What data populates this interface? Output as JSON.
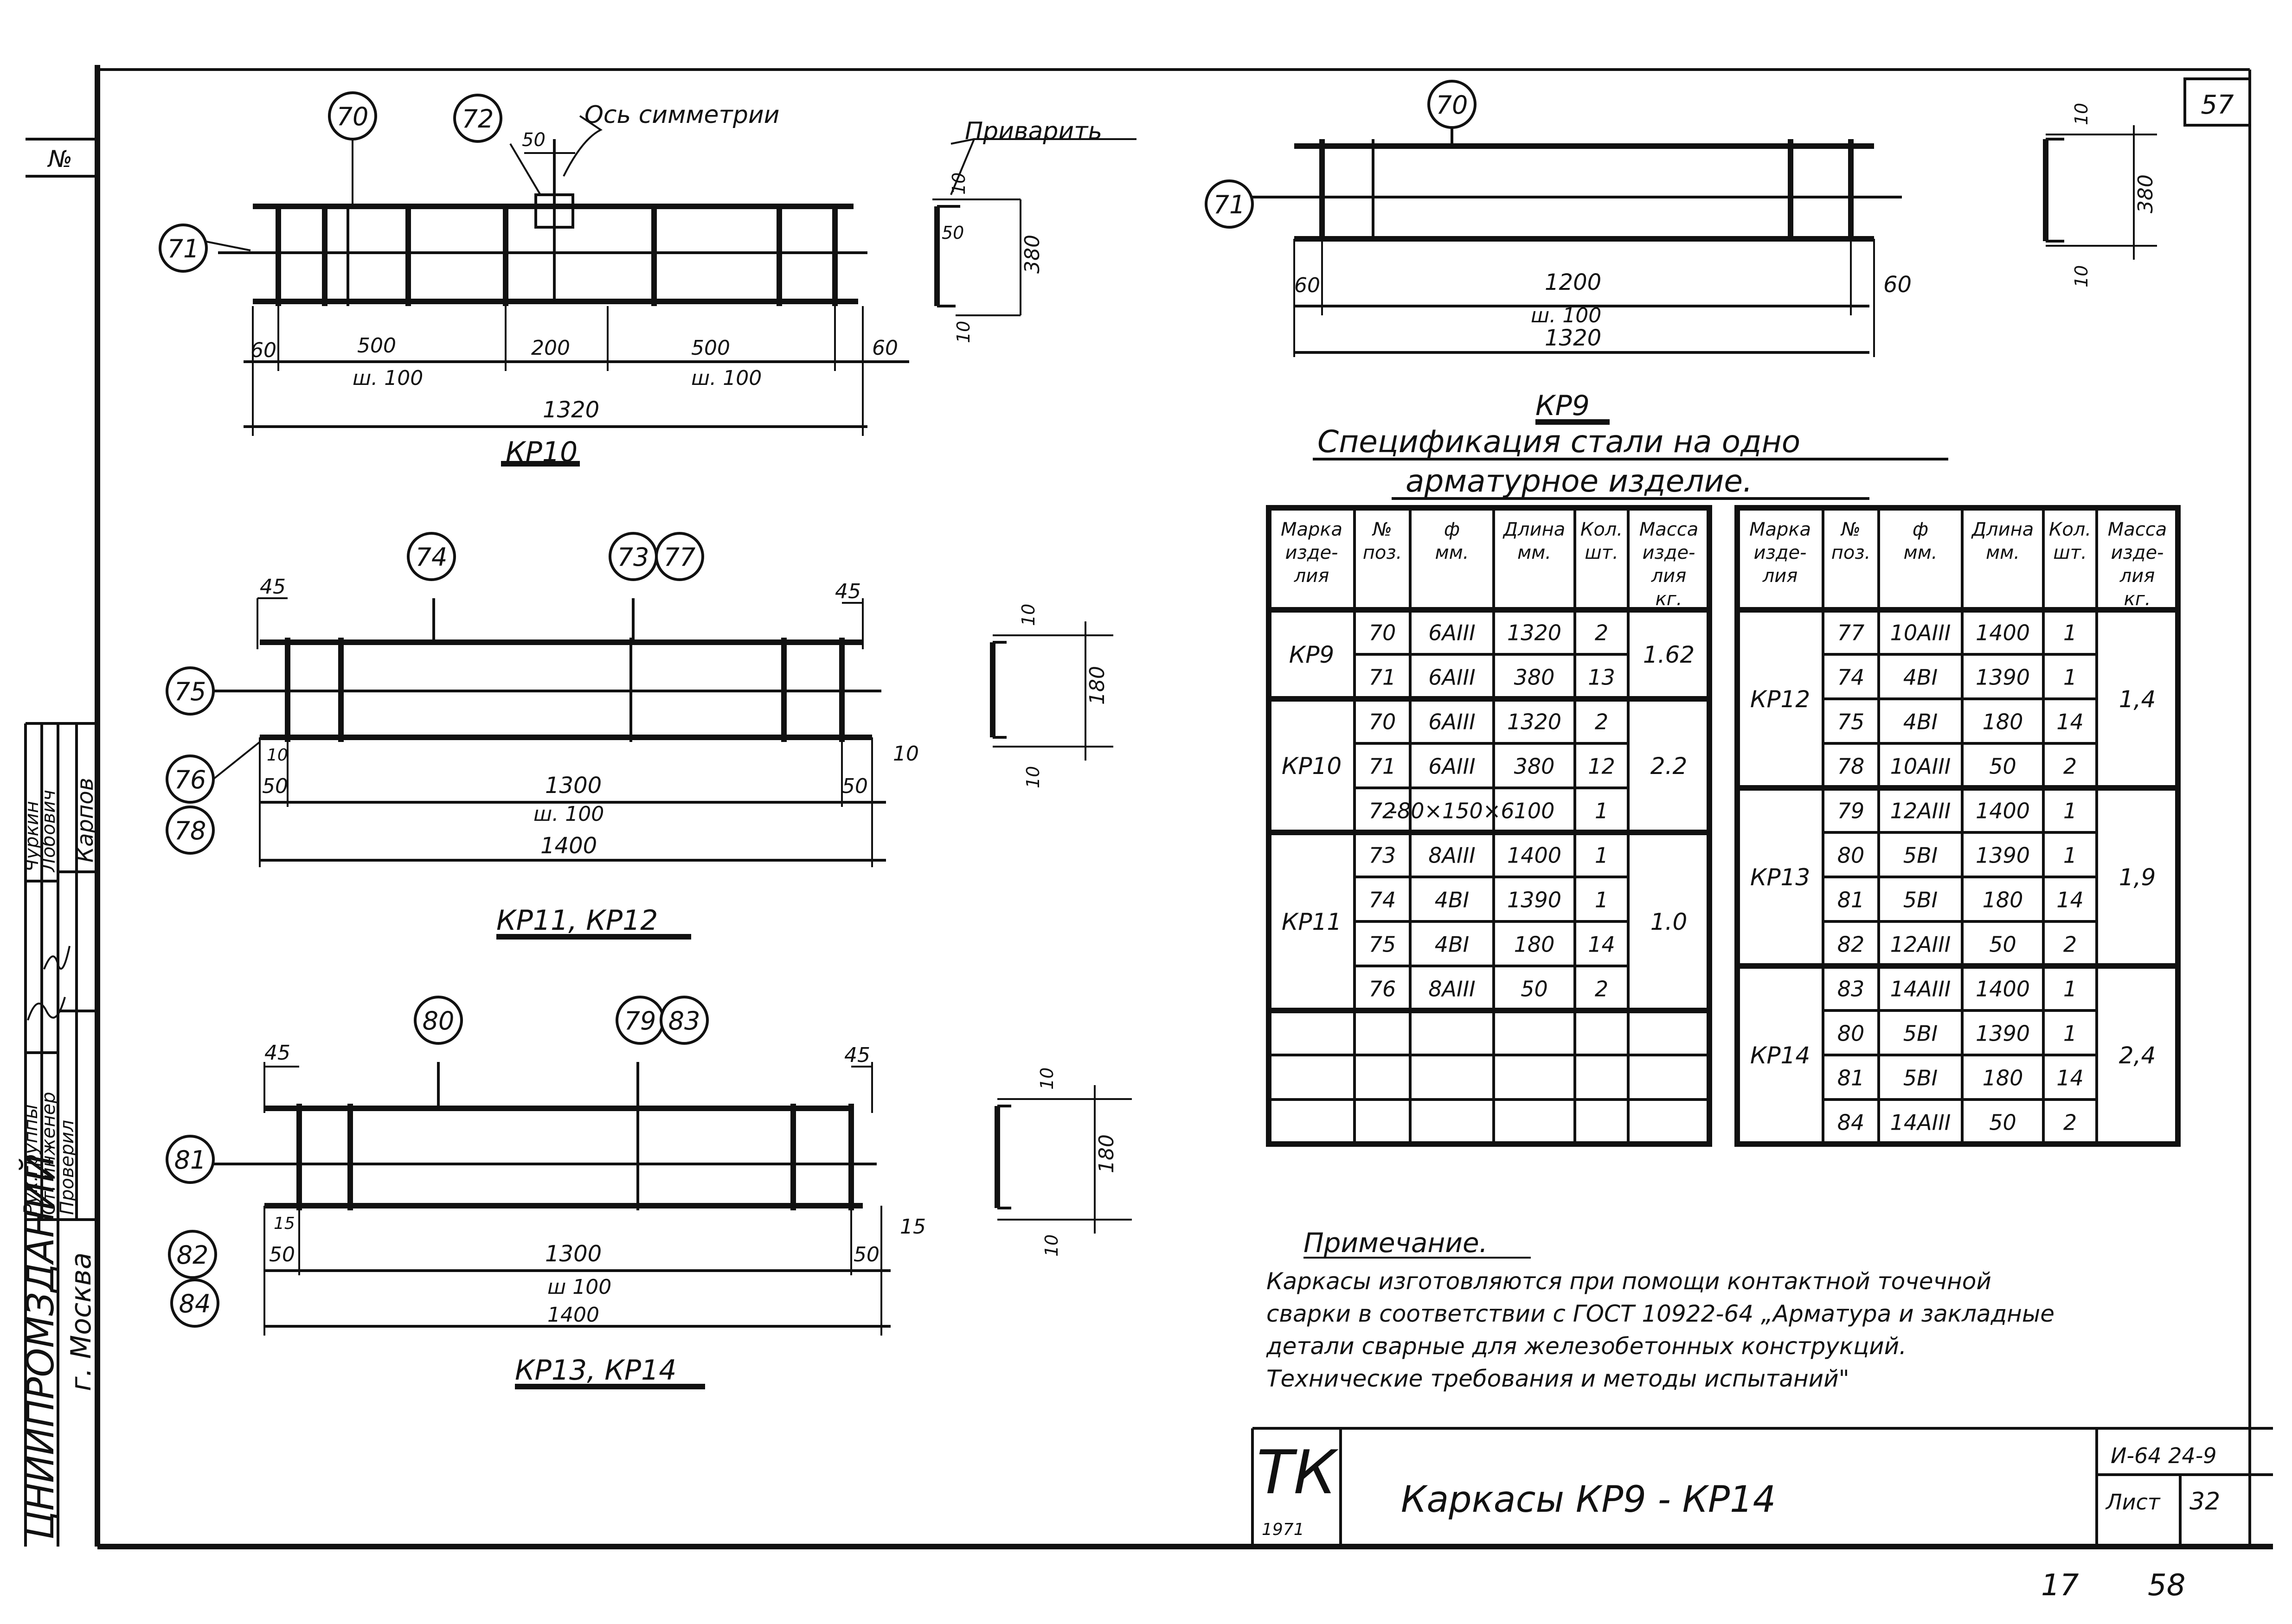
{
  "sheet": {
    "sheet_no": "57",
    "bottom_no_left": "17",
    "bottom_no_right": "58",
    "no_label": "№"
  },
  "side_stamp": {
    "org": "ЦНИИПРОМЗДАНИЙ",
    "city": "г. Москва",
    "roles": [
      "Рук.группы",
      "Ст. инженер",
      "Проверил"
    ],
    "names": [
      "Чуркин",
      "Лобович",
      "Карпов"
    ]
  },
  "kr10": {
    "title": "КР10",
    "callouts": [
      "70",
      "72",
      "71"
    ],
    "axis_note": "Ось симметрии",
    "weld_note": "Приварить",
    "dims": [
      "60",
      "500",
      "200",
      "500",
      "60"
    ],
    "steps": [
      "ш. 100",
      "ш. 100"
    ],
    "total": "1320",
    "top_dim": "50",
    "section": {
      "a": "10",
      "b": "50",
      "h": "380",
      "c": "10"
    }
  },
  "kr9": {
    "title": "КР9",
    "callouts": [
      "70",
      "71"
    ],
    "dims": [
      "60",
      "1200",
      "60"
    ],
    "step": "ш. 100",
    "total": "1320",
    "section": {
      "a": "10",
      "h": "380",
      "b": "10"
    }
  },
  "kr1112": {
    "title": "КР11, КР12",
    "callouts": [
      "74",
      "73",
      "77",
      "75",
      "76",
      "78"
    ],
    "dims": [
      "45",
      "45",
      "10",
      "50",
      "1300",
      "50",
      "10"
    ],
    "step": "ш. 100",
    "total": "1400",
    "section": {
      "a": "10",
      "h": "180",
      "b": "10"
    }
  },
  "kr1314": {
    "title": "КР13, КР14",
    "callouts": [
      "80",
      "79",
      "83",
      "81",
      "82",
      "84"
    ],
    "dims": [
      "45",
      "45",
      "15",
      "50",
      "1300",
      "50",
      "15"
    ],
    "step": "ш 100",
    "total": "1400",
    "section": {
      "a": "10",
      "h": "180",
      "b": "10"
    }
  },
  "spec": {
    "title_1": "Спецификация стали на одно",
    "title_2": "арматурное изделие.",
    "headers": [
      "Марка изде- лия",
      "№ поз.",
      "ф мм.",
      "Длина мм.",
      "Кол. шт.",
      "Масса изде- лия кг."
    ],
    "left_groups": [
      {
        "mark": "КР9",
        "mass": "1.62",
        "rows": [
          [
            "70",
            "6AIII",
            "1320",
            "2"
          ],
          [
            "71",
            "6AIII",
            "380",
            "13"
          ]
        ]
      },
      {
        "mark": "КР10",
        "mass": "2.2",
        "rows": [
          [
            "70",
            "6AIII",
            "1320",
            "2"
          ],
          [
            "71",
            "6AIII",
            "380",
            "12"
          ],
          [
            "72",
            "-80×150×6",
            "100",
            "1"
          ]
        ]
      },
      {
        "mark": "КР11",
        "mass": "1.0",
        "rows": [
          [
            "73",
            "8AIII",
            "1400",
            "1"
          ],
          [
            "74",
            "4BI",
            "1390",
            "1"
          ],
          [
            "75",
            "4BI",
            "180",
            "14"
          ],
          [
            "76",
            "8AIII",
            "50",
            "2"
          ]
        ]
      }
    ],
    "right_groups": [
      {
        "mark": "КР12",
        "mass": "1,4",
        "rows": [
          [
            "77",
            "10AIII",
            "1400",
            "1"
          ],
          [
            "74",
            "4BI",
            "1390",
            "1"
          ],
          [
            "75",
            "4BI",
            "180",
            "14"
          ],
          [
            "78",
            "10AIII",
            "50",
            "2"
          ]
        ]
      },
      {
        "mark": "КР13",
        "mass": "1,9",
        "rows": [
          [
            "79",
            "12AIII",
            "1400",
            "1"
          ],
          [
            "80",
            "5BI",
            "1390",
            "1"
          ],
          [
            "81",
            "5BI",
            "180",
            "14"
          ],
          [
            "82",
            "12AIII",
            "50",
            "2"
          ]
        ]
      },
      {
        "mark": "КР14",
        "mass": "2,4",
        "rows": [
          [
            "83",
            "14AIII",
            "1400",
            "1"
          ],
          [
            "80",
            "5BI",
            "1390",
            "1"
          ],
          [
            "81",
            "5BI",
            "180",
            "14"
          ],
          [
            "84",
            "14AIII",
            "50",
            "2"
          ]
        ]
      }
    ]
  },
  "note": {
    "title": "Примечание.",
    "lines": [
      "Каркасы изготовляются при помощи контактной точечной",
      "сварки в соответствии с ГОСТ 10922-64 „Арматура и закладные",
      "детали сварные для железобетонных конструкций.",
      "Технические требования и методы испытаний\""
    ]
  },
  "title_block": {
    "logo": "ТК",
    "year": "1971",
    "title": "Каркасы КР9 - КР14",
    "series": "И-64 24-9",
    "sheet_label": "Лист",
    "sheet_no": "32"
  }
}
